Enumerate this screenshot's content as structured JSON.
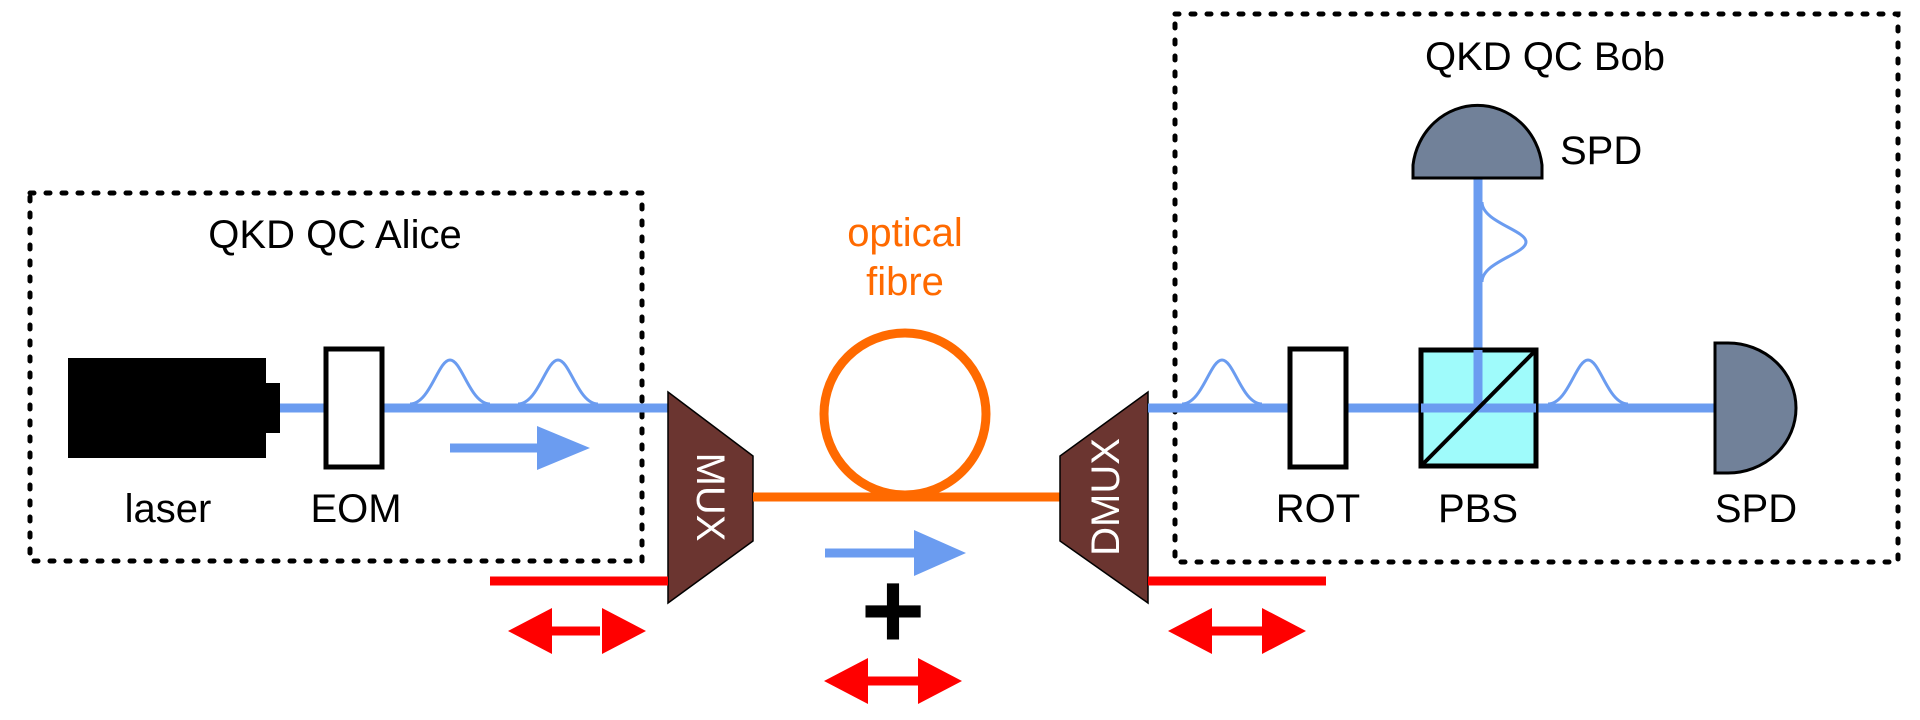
{
  "alice": {
    "title": "QKD QC Alice",
    "laser_label": "laser",
    "eom_label": "EOM"
  },
  "bob": {
    "title": "QKD QC Bob",
    "rot_label": "ROT",
    "pbs_label": "PBS",
    "spd_top_label": "SPD",
    "spd_right_label": "SPD"
  },
  "channel": {
    "fibre_label_line1": "optical",
    "fibre_label_line2": "fibre",
    "mux_label": "MUX",
    "dmux_label": "DMUX",
    "plus_symbol": "+"
  },
  "colors": {
    "beam": "#6b9cf0",
    "fibre": "#ff6a00",
    "mux_fill": "#6b3530",
    "detector": "#718199",
    "pbs_fill": "#9ffbfb",
    "classical_arrow": "#ff0000",
    "box_border": "#000000"
  }
}
